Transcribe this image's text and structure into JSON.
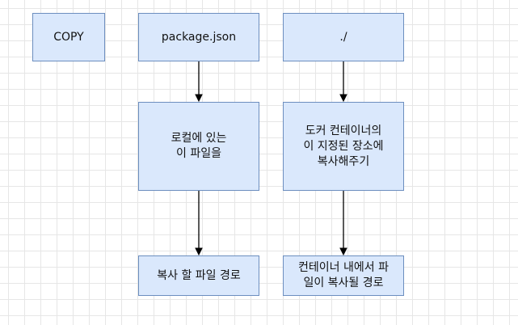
{
  "nodes": {
    "copy": "COPY",
    "source_file": "package.json",
    "dest_dir": "./",
    "source_desc": "로컬에 있는\n이 파일을",
    "dest_desc": "도커 컨테이너의\n이 지정된 장소에\n복사해주기",
    "source_path_label": "복사 할 파일 경로",
    "dest_path_label": "컨테이너 내에서 파\n일이 복사될 경로"
  },
  "colors": {
    "node_fill": "#dae8fc",
    "node_border": "#6c8ebf",
    "edge": "#000000",
    "grid": "#e6e6e6"
  }
}
